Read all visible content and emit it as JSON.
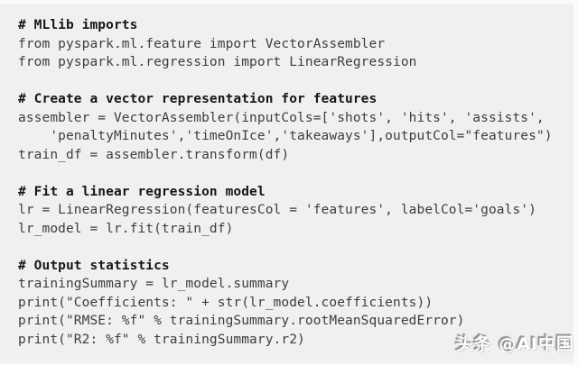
{
  "page": {
    "background_color": "#f0f0f0",
    "margin_color": "#fbfbfb"
  },
  "code": {
    "language": "python",
    "text_color": "#3d3d3d",
    "comment_color": "#161616",
    "lines": [
      {
        "type": "comment",
        "text": "# MLlib imports"
      },
      {
        "type": "code",
        "text": "from pyspark.ml.feature import VectorAssembler"
      },
      {
        "type": "code",
        "text": "from pyspark.ml.regression import LinearRegression"
      },
      {
        "type": "blank",
        "text": ""
      },
      {
        "type": "comment",
        "text": "# Create a vector representation for features"
      },
      {
        "type": "code",
        "text": "assembler = VectorAssembler(inputCols=['shots', 'hits', 'assists',"
      },
      {
        "type": "code",
        "text": "    'penaltyMinutes','timeOnIce','takeaways'],outputCol=\"features\")"
      },
      {
        "type": "code",
        "text": "train_df = assembler.transform(df)"
      },
      {
        "type": "blank",
        "text": ""
      },
      {
        "type": "comment",
        "text": "# Fit a linear regression model"
      },
      {
        "type": "code",
        "text": "lr = LinearRegression(featuresCol = 'features', labelCol='goals')"
      },
      {
        "type": "code",
        "text": "lr_model = lr.fit(train_df)"
      },
      {
        "type": "blank",
        "text": ""
      },
      {
        "type": "comment",
        "text": "# Output statistics"
      },
      {
        "type": "code",
        "text": "trainingSummary = lr_model.summary"
      },
      {
        "type": "code",
        "text": "print(\"Coefficients: \" + str(lr_model.coefficients))"
      },
      {
        "type": "code",
        "text": "print(\"RMSE: %f\" % trainingSummary.rootMeanSquaredError)"
      },
      {
        "type": "code",
        "text": "print(\"R2: %f\" % trainingSummary.r2)"
      }
    ]
  },
  "watermark": {
    "text": "头条 @AI中国",
    "color": "#ffffff",
    "shadow_color": "#8f8f8f"
  }
}
